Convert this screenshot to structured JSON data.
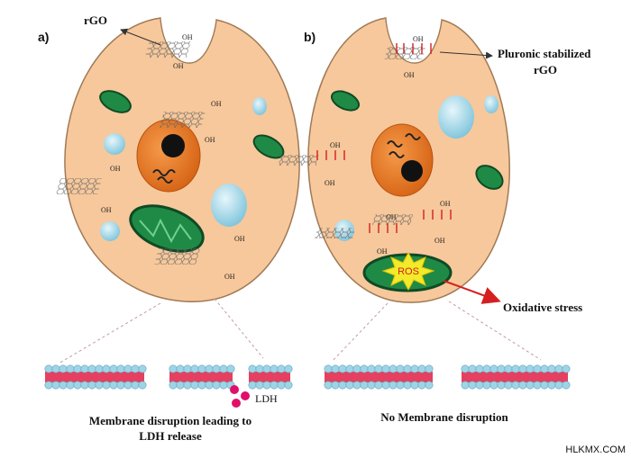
{
  "panels": {
    "a": {
      "label": "a)",
      "rgo_label": "rGO",
      "caption_line1": "Membrane disruption leading to",
      "caption_line2": "LDH release",
      "ldh_label": "LDH"
    },
    "b": {
      "label": "b)",
      "pluronic_line1": "Pluronic stabilized",
      "pluronic_line2": "rGO",
      "ros_label": "ROS",
      "oxidative_label": "Oxidative stress",
      "caption": "No Membrane disruption"
    }
  },
  "oh_label": "OH",
  "watermark": "HLKMX.COM",
  "colors": {
    "cell_fill": "#f7c89b",
    "cell_stroke": "#a07a55",
    "nucleus": "#e8701c",
    "mitochondria": "#1f8a46",
    "vesicle": "#a9dbe9",
    "ros_star": "#f2ea2a",
    "arrow_red": "#d42020",
    "membrane_red": "#e64060",
    "membrane_head": "#9fd4e6",
    "ldh": "#e0106a"
  }
}
